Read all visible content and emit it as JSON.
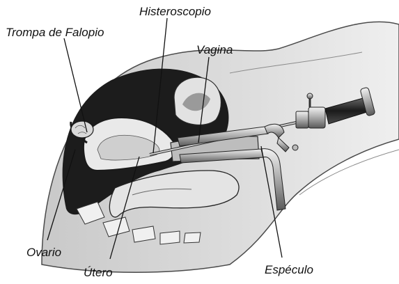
{
  "labels": {
    "hysteroscope": "Histeroscopio",
    "fallopian_tube": "Trompa de Falopio",
    "vagina": "Vagina",
    "ovary": "Ovario",
    "uterus": "Útero",
    "speculum": "Espéculo"
  },
  "colors": {
    "skin": "#d6d6d6",
    "skin_edge": "#4a4a4a",
    "cavity": "#1c1c1c",
    "organ": "#ececec",
    "organ_shade": "#bdbdbd",
    "metal": "#9a9a9a",
    "metal_dark": "#3a3a3a",
    "line": "#111111"
  }
}
